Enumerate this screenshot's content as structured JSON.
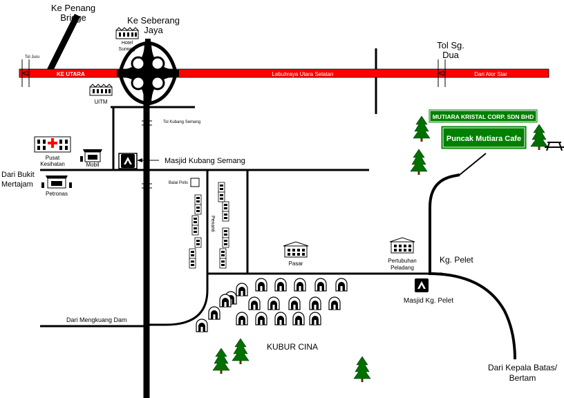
{
  "colors": {
    "highway": "#ff0000",
    "road": "#000000",
    "sign_green": "#008000",
    "tree_green": "#007000",
    "background": "#ffffff"
  },
  "labels": {
    "ke_penang_bridge_1": "Ke Penang",
    "ke_penang_bridge_2": "Bridge",
    "ke_seberang_jaya_1": "Ke Seberang",
    "ke_seberang_jaya_2": "Jaya",
    "tol_sg_dua_1": "Tol Sg.",
    "tol_sg_dua_2": "Dua",
    "tol_juru": "Tol Juru",
    "ke_utara": "KE UTARA",
    "lebuhraya": "Lebuhraya Utara Selatan",
    "dari_alor_star": "Dari Alor Star",
    "hotel_sunway_1": "Hotel",
    "hotel_sunway_2": "Sunway",
    "uitm": "UiTM",
    "tol_kubang_semang": "Tol Kubang Semang",
    "masjid_kubang_semang": "Masjid Kubang Semang",
    "pusat_kesihatan_1": "Pusat",
    "pusat_kesihatan_2": "Kesihatan",
    "mobil": "Mobil",
    "dari_bukit_mertajam_1": "Dari Bukit",
    "dari_bukit_mertajam_2": "Mertajam",
    "petronas": "Petronas",
    "balai_polis": "Balai Polis",
    "penanti": "Penanti",
    "pasar": "Pasar",
    "pertubuhan_peladang_1": "Pertubuhan",
    "pertubuhan_peladang_2": "Peladang",
    "kg_pelet": "Kg. Pelet",
    "masjid_kg_pelet": "Masjid Kg. Pelet",
    "dari_mengkuang_dam": "Dari Mengkuang Dam",
    "kubur_cina": "KUBUR CINA",
    "dari_kepala_batas_1": "Dari Kepala Batas/",
    "dari_kepala_batas_2": "Bertam",
    "mutiara_kristal": "MUTIARA KRISTAL CORP. SDN BHD",
    "puncak_mutiara": "Puncak Mutiara Cafe"
  },
  "icons": {
    "mosque": "mosque-icon",
    "tree": "pine-tree-icon",
    "picnic_table": "picnic-table-icon",
    "building": "building-icon",
    "fuel_station": "fuel-station-icon",
    "grave": "grave-icon",
    "interchange": "cloverleaf-interchange-icon"
  }
}
